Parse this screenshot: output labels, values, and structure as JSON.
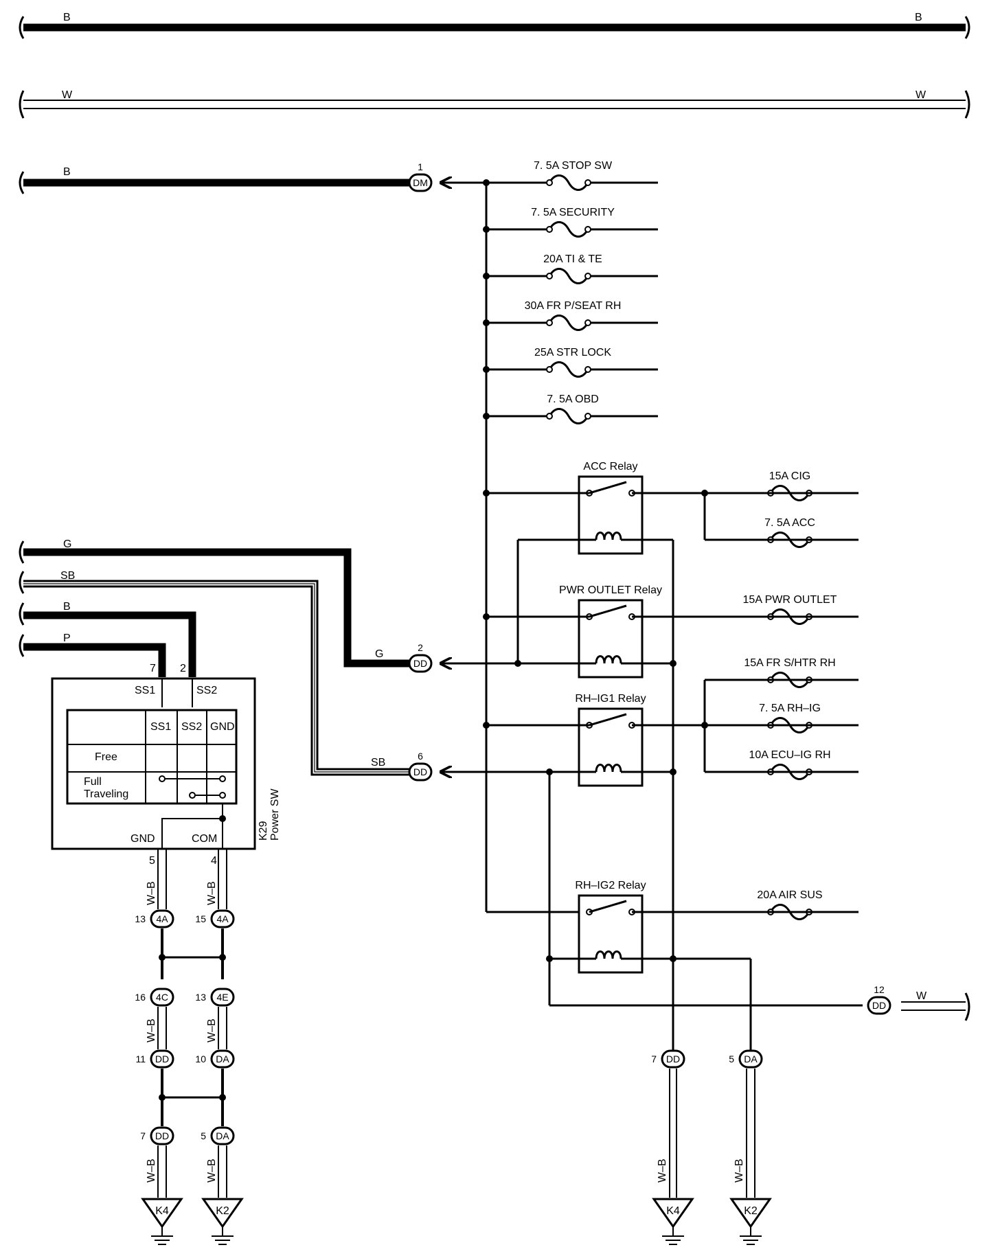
{
  "wire_colors": {
    "B": "B",
    "W": "W",
    "G": "G",
    "SB": "SB",
    "P": "P",
    "W_B": "W–B"
  },
  "fuses": [
    "7. 5A STOP SW",
    "7. 5A SECURITY",
    "20A TI & TE",
    "30A FR P/SEAT RH",
    "25A STR LOCK",
    "7. 5A OBD"
  ],
  "relays": {
    "acc": "ACC Relay",
    "pwr_outlet": "PWR OUTLET Relay",
    "rh_ig1": "RH–IG1 Relay",
    "rh_ig2": "RH–IG2 Relay"
  },
  "relay_fuses": {
    "cig": "15A CIG",
    "acc": "7. 5A ACC",
    "pwr_outlet": "15A PWR OUTLET",
    "fr_shtr": "15A FR S/HTR RH",
    "rh_ig": "7. 5A RH–IG",
    "ecu_ig": "10A ECU–IG RH",
    "air_sus": "20A AIR SUS"
  },
  "power_switch": {
    "code": "K29",
    "name": "Power SW",
    "ss1": "SS1",
    "ss2": "SS2",
    "gnd": "GND",
    "com": "COM",
    "table_cols": [
      "SS1",
      "SS2",
      "GND"
    ],
    "row_free": "Free",
    "row_full_1": "Full",
    "row_full_2": "Traveling",
    "pin_ss1": "7",
    "pin_ss2": "2",
    "pin_gnd": "5",
    "pin_com": "4"
  },
  "connectors": {
    "dm1": {
      "id": "DM",
      "pin": "1"
    },
    "dd2": {
      "id": "DD",
      "pin": "2"
    },
    "dd6": {
      "id": "DD",
      "pin": "6"
    },
    "dd12": {
      "id": "DD",
      "pin": "12"
    },
    "c4a13": {
      "id": "4A",
      "pin": "13"
    },
    "c4a15": {
      "id": "4A",
      "pin": "15"
    },
    "c4c16": {
      "id": "4C",
      "pin": "16"
    },
    "c4e13": {
      "id": "4E",
      "pin": "13"
    },
    "dd11": {
      "id": "DD",
      "pin": "11"
    },
    "da10": {
      "id": "DA",
      "pin": "10"
    },
    "dd7a": {
      "id": "DD",
      "pin": "7"
    },
    "da5a": {
      "id": "DA",
      "pin": "5"
    },
    "dd7b": {
      "id": "DD",
      "pin": "7"
    },
    "da5b": {
      "id": "DA",
      "pin": "5"
    }
  },
  "grounds": [
    "K4",
    "K2",
    "K4",
    "K2"
  ]
}
